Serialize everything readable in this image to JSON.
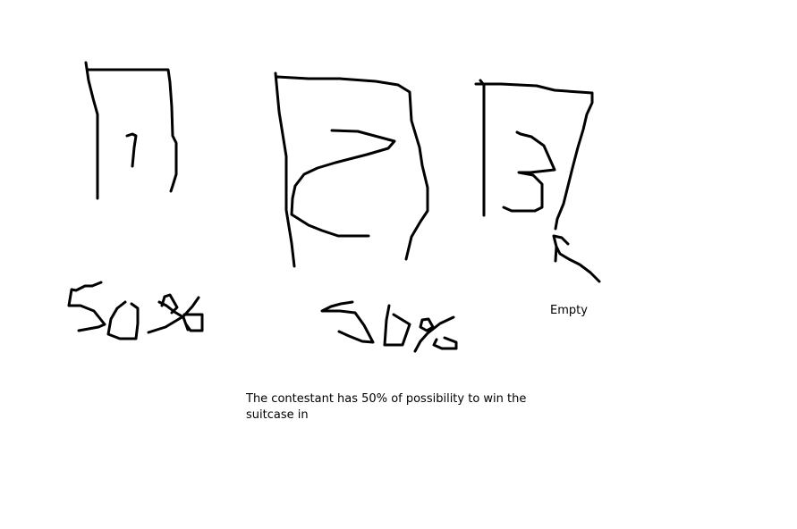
{
  "canvas": {
    "background": "#ffffff",
    "stroke_color": "#000000"
  },
  "doors": [
    {
      "number": "1",
      "label": "50%"
    },
    {
      "number": "2",
      "label": "50%"
    },
    {
      "number": "3",
      "label": "Empty"
    }
  ],
  "caption": {
    "text": "The contestant has 50% of possibility to win the suitcase in"
  }
}
